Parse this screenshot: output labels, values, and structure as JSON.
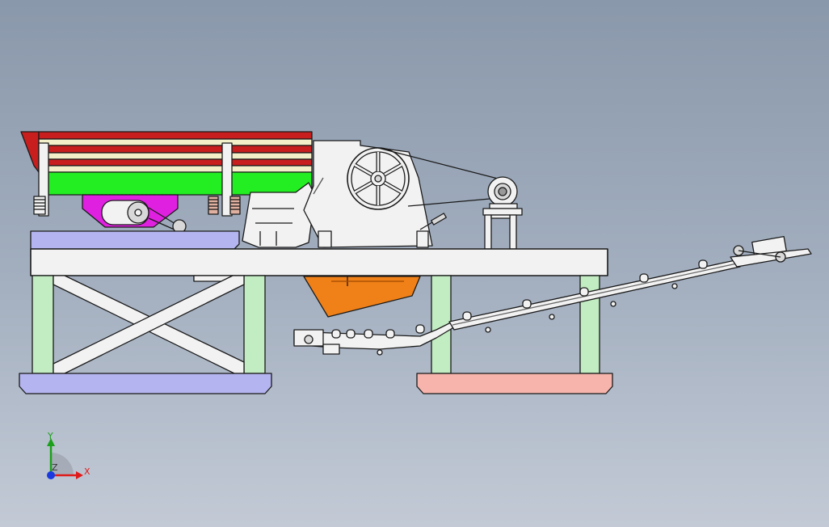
{
  "triad": {
    "x_label": "X",
    "y_label": "Y",
    "z_label": "Z"
  },
  "colors": {
    "background_top": "#8a98ab",
    "background_bottom": "#c3cad6",
    "hopper_red": "#c81e1e",
    "hopper_cream": "#f3efc8",
    "feeder_green": "#22ee22",
    "feeder_magenta": "#e020e0",
    "base_lavender": "#b4b4f0",
    "column_green": "#c2ecc2",
    "base_pink": "#f6b4ac",
    "chute_orange": "#f08018",
    "steel_white": "#f2f2f2",
    "outline": "#1a1a1a"
  }
}
